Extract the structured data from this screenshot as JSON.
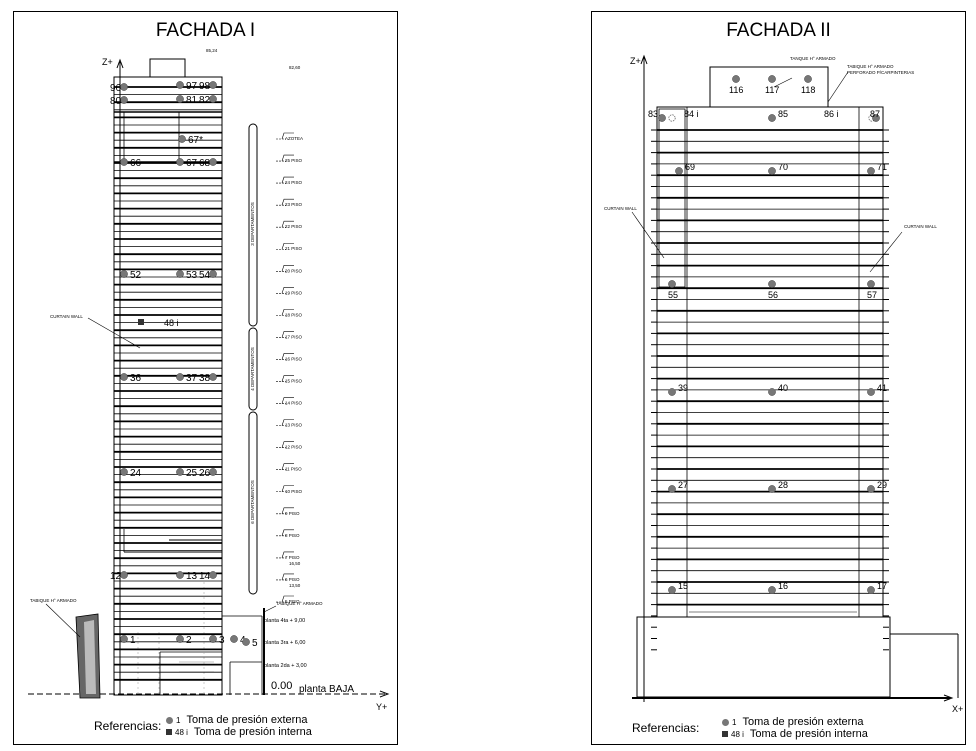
{
  "facade1": {
    "title": "FACHADA I",
    "axis_z": "Z+",
    "axis_y": "Y+",
    "levels": [
      "AZOTEA",
      "25 PISO",
      "24 PISO",
      "23 PISO",
      "22 PISO",
      "21 PISO",
      "20 PISO",
      "19 PISO",
      "18 PISO",
      "17 PISO",
      "16 PISO",
      "15 PISO",
      "14 PISO",
      "13 PISO",
      "12 PISO",
      "11 PISO",
      "10 PISO",
      "9 PISO",
      "8 PISO",
      "7 PISO",
      "6 PISO",
      "5 PISO"
    ],
    "elev_top": "85,24",
    "elev_roof": "82,60",
    "elev_6": "16,50",
    "elev_5": "13,50",
    "brackets": [
      "3 DEPARTAMENTOS",
      "4 DEPARTAMENTOS",
      "6 DEPARTAMENTOS"
    ],
    "ext_taps": [
      {
        "n": "96"
      },
      {
        "n": "97"
      },
      {
        "n": "98"
      },
      {
        "n": "80"
      },
      {
        "n": "81"
      },
      {
        "n": "82"
      },
      {
        "n": "67*"
      },
      {
        "n": "66"
      },
      {
        "n": "67"
      },
      {
        "n": "68"
      },
      {
        "n": "52"
      },
      {
        "n": "53"
      },
      {
        "n": "54"
      },
      {
        "n": "36"
      },
      {
        "n": "37"
      },
      {
        "n": "38"
      },
      {
        "n": "24"
      },
      {
        "n": "25"
      },
      {
        "n": "26"
      },
      {
        "n": "12"
      },
      {
        "n": "13"
      },
      {
        "n": "14"
      },
      {
        "n": "1"
      },
      {
        "n": "2"
      },
      {
        "n": "3"
      },
      {
        "n": "4"
      },
      {
        "n": "5"
      }
    ],
    "int_tap": "48 i",
    "curtain_wall": "CURTAIN WALL",
    "tabique_left": "TABIQUE H° ARMADO",
    "tabique_right": "TABIQUE H° ARMADO",
    "planta_4": "planta 4ta + 9,00",
    "planta_3": "planta 3ra + 6,00",
    "planta_2": "planta 2da + 3,00",
    "ground_val": "0.00",
    "ground_lbl": "planta BAJA",
    "legend_label": "Referencias:",
    "legend_ext_num": "1",
    "legend_ext": "Toma de presión externa",
    "legend_int_num": "48 i",
    "legend_int": "Toma de presión interna"
  },
  "facade2": {
    "title": "FACHADA II",
    "axis_z": "Z+",
    "axis_x": "X+",
    "tanque": "TANQUE H° ARMADO",
    "tabique_1": "TABIQUE H° ARMADO",
    "tabique_2": "PERFORADO P/CARPINTERIAS",
    "curtain_left": "CURTAIN WALL",
    "curtain_right": "CURTAIN WALL",
    "ext_taps": [
      {
        "n": "116"
      },
      {
        "n": "117"
      },
      {
        "n": "118"
      },
      {
        "n": "83"
      },
      {
        "n": "84 i"
      },
      {
        "n": "85"
      },
      {
        "n": "86 i"
      },
      {
        "n": "87"
      },
      {
        "n": "69"
      },
      {
        "n": "70"
      },
      {
        "n": "71"
      },
      {
        "n": "55"
      },
      {
        "n": "56"
      },
      {
        "n": "57"
      },
      {
        "n": "39"
      },
      {
        "n": "40"
      },
      {
        "n": "41"
      },
      {
        "n": "27"
      },
      {
        "n": "28"
      },
      {
        "n": "29"
      },
      {
        "n": "15"
      },
      {
        "n": "16"
      },
      {
        "n": "17"
      }
    ],
    "legend_label": "Referencias:",
    "legend_ext_num": "1",
    "legend_ext": "Toma de presión externa",
    "legend_int_num": "48 i",
    "legend_int": "Toma de presión interna"
  }
}
